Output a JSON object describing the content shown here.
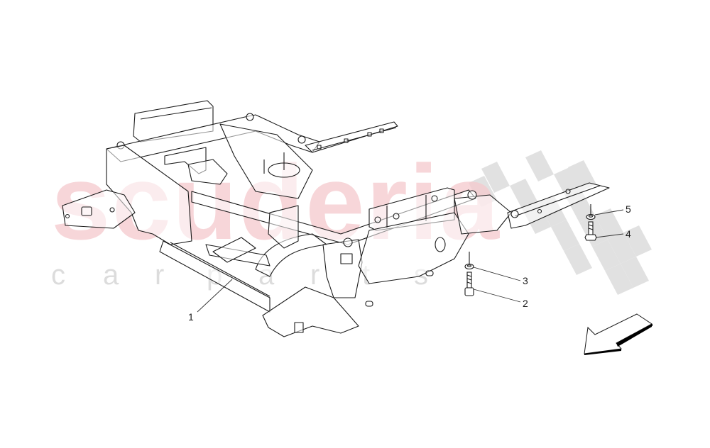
{
  "diagram": {
    "type": "exploded-parts-diagram",
    "subject": "front chassis subframe with fasteners",
    "watermark": {
      "main_text": "scuderia",
      "sub_letters": [
        "c",
        "a",
        "r",
        "p",
        "a",
        "r",
        "t",
        "s"
      ],
      "main_color": "#f5c9cd",
      "sub_color": "#d9d9d9",
      "flag_color": "#d6d6d6"
    },
    "line_color": "#1a1a1a",
    "callouts": [
      {
        "id": "1",
        "label": "1",
        "part": "subframe"
      },
      {
        "id": "2",
        "label": "2",
        "part": "bolt"
      },
      {
        "id": "3",
        "label": "3",
        "part": "washer"
      },
      {
        "id": "4",
        "label": "4",
        "part": "bolt"
      },
      {
        "id": "5",
        "label": "5",
        "part": "washer"
      }
    ],
    "direction_arrow": "front-left-down"
  }
}
